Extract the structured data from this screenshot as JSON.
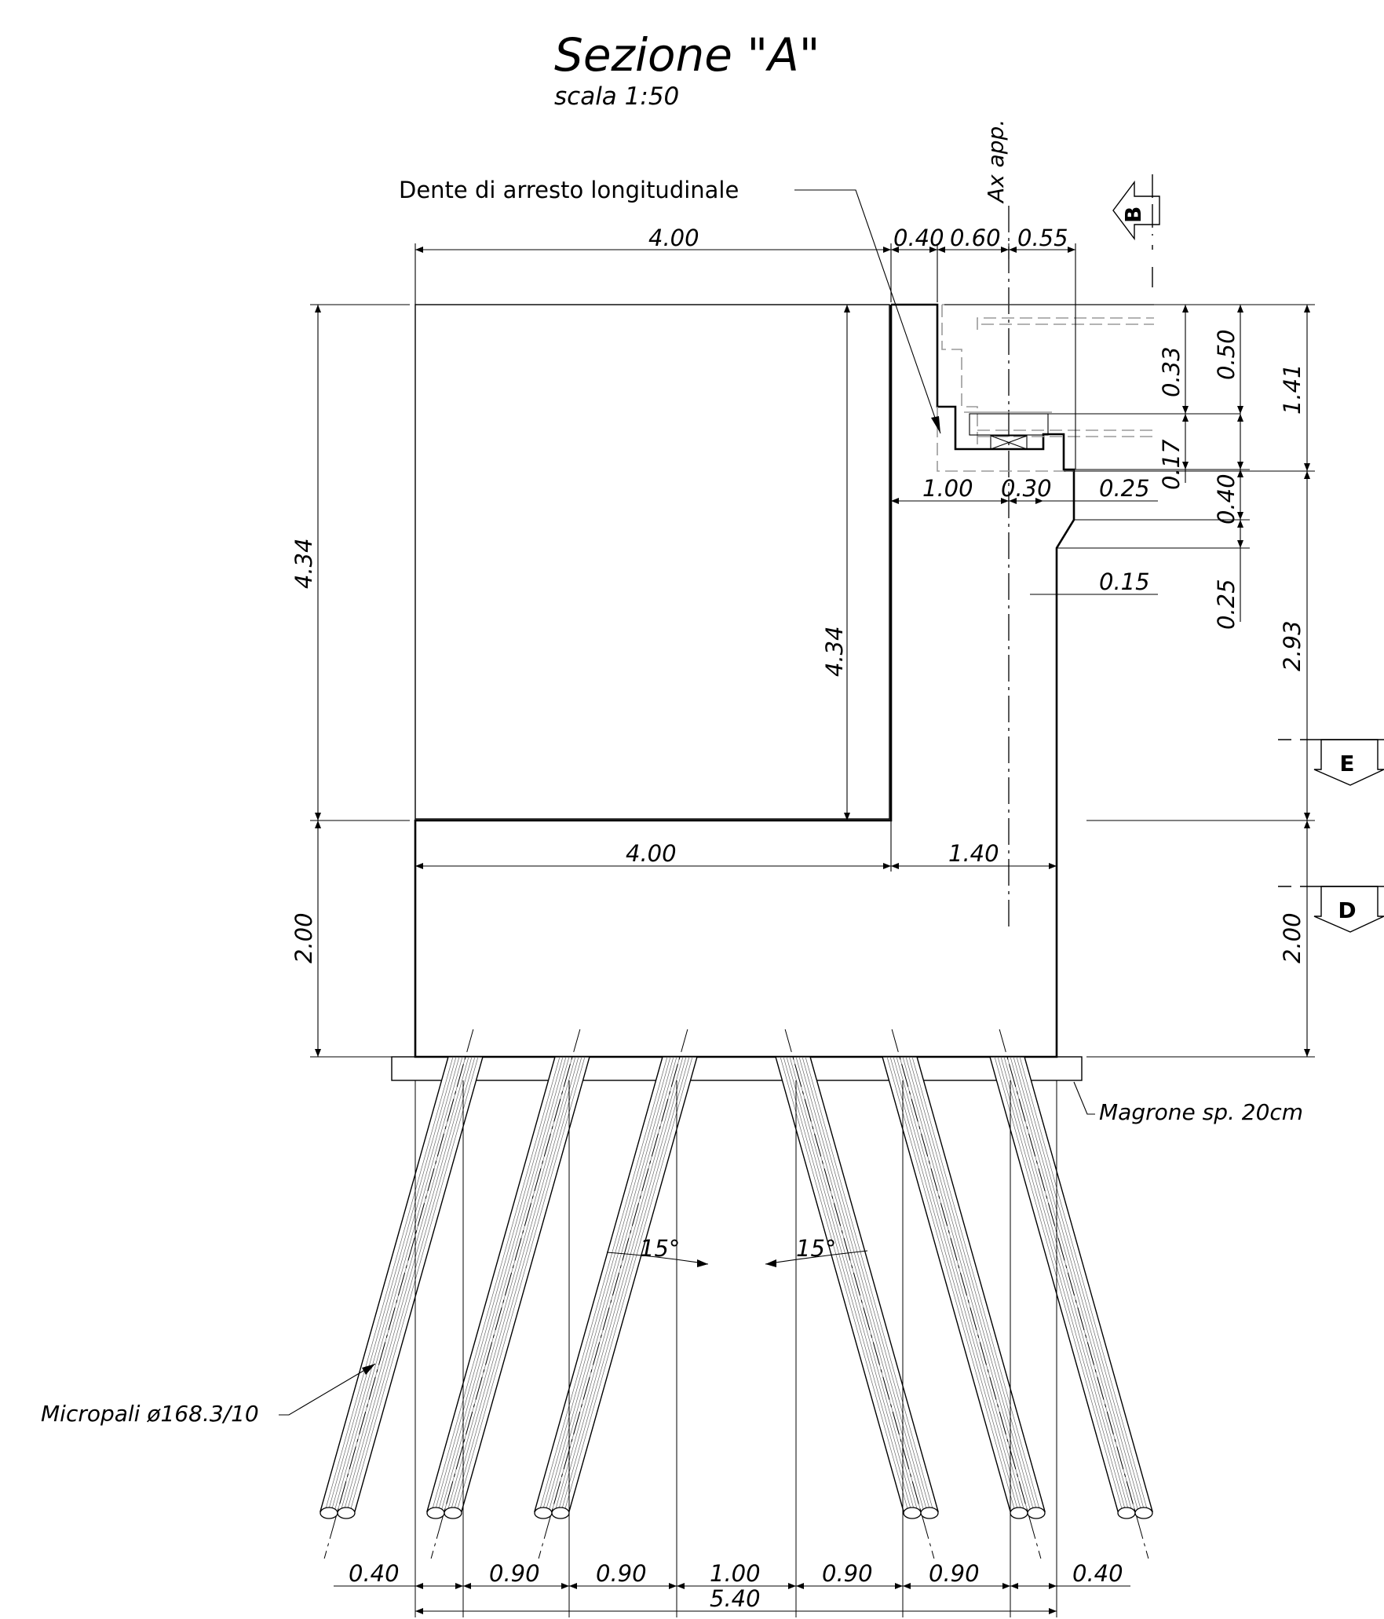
{
  "title": "Sezione \"A\"",
  "scale": "scala 1:50",
  "axis_label": "Ax app.",
  "callouts": {
    "dente": "Dente di arresto longitudinale",
    "magrone": "Magrone sp. 20cm",
    "micropali": "Micropali ø168.3/10"
  },
  "section_marks": {
    "b": "B",
    "e": "E",
    "d": "D"
  },
  "dims": {
    "top_4_00": "4.00",
    "top_0_40": "0.40",
    "top_0_60": "0.60",
    "top_0_55": "0.55",
    "left_4_34": "4.34",
    "inner_4_34": "4.34",
    "left_2_00": "2.00",
    "mid_4_00": "4.00",
    "mid_1_40": "1.40",
    "seat_1_00": "1.00",
    "seat_0_30": "0.30",
    "seat_0_25": "0.25",
    "chamfer_0_15": "0.15",
    "right_0_33": "0.33",
    "right_0_17": "0.17",
    "right_0_50": "0.50",
    "right_0_40": "0.40",
    "right_0_25": "0.25",
    "right_1_41": "1.41",
    "right_2_93": "2.93",
    "right_2_00": "2.00",
    "angle_left": "15°",
    "angle_right": "15°",
    "bottom": [
      "0.40",
      "0.90",
      "0.90",
      "1.00",
      "0.90",
      "0.90",
      "0.40"
    ],
    "bottom_total": "5.40"
  }
}
